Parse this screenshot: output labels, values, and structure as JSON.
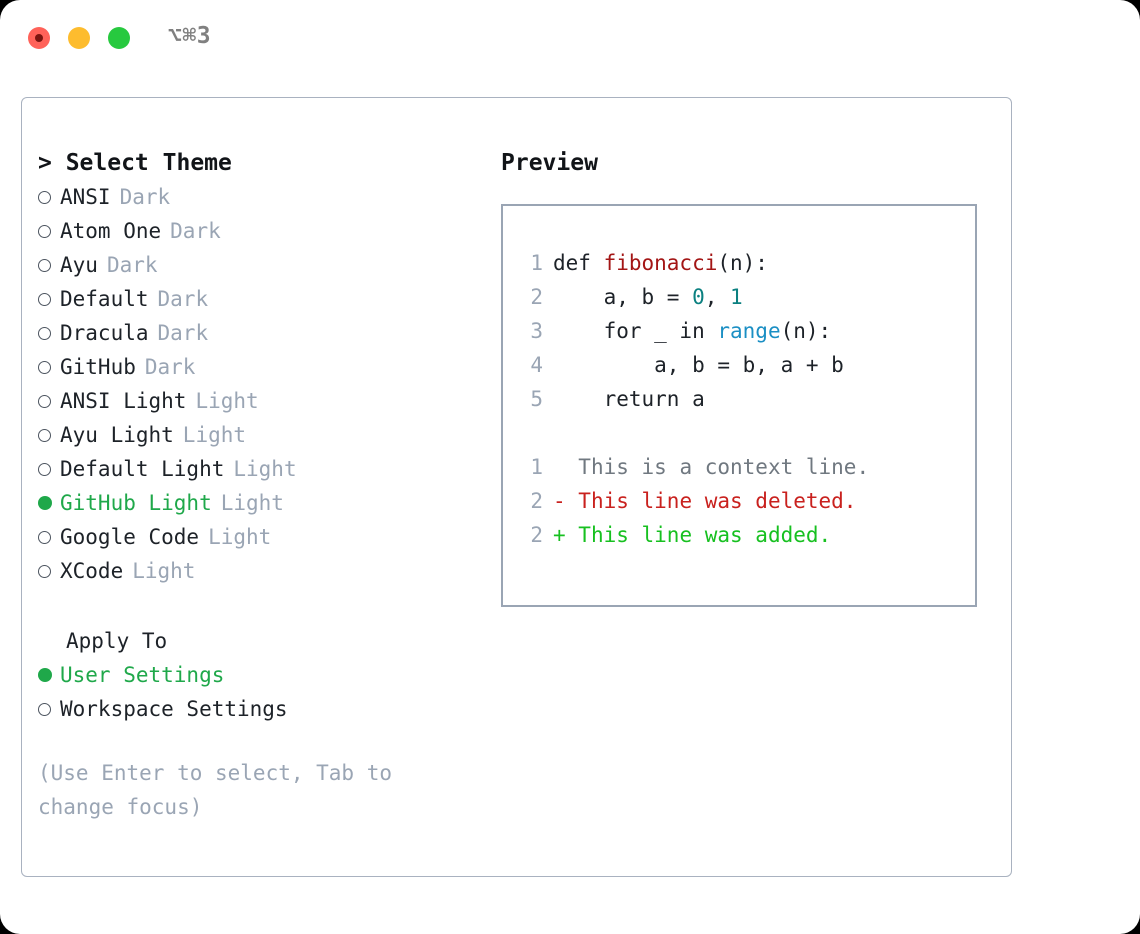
{
  "titlebar": {
    "shortcut": "⌥⌘3",
    "buttons": [
      {
        "name": "close",
        "color": "#ff6259"
      },
      {
        "name": "minimize",
        "color": "#fdbc2e"
      },
      {
        "name": "zoom",
        "color": "#27c93f"
      }
    ]
  },
  "colors": {
    "accent_green": "#1fa84a",
    "muted": "#9aa5b4",
    "text": "#1d2228",
    "border": "#a9b2c0",
    "diff_add": "#17c020",
    "diff_del": "#c9211e",
    "syntax_function": "#a31515",
    "syntax_number": "#0b8080",
    "syntax_builtin": "#1b8fc4"
  },
  "theme_select": {
    "heading": "> Select Theme",
    "items": [
      {
        "marker": "o",
        "label": "ANSI",
        "suffix": "Dark",
        "selected": false
      },
      {
        "marker": "o",
        "label": "Atom One",
        "suffix": "Dark",
        "selected": false
      },
      {
        "marker": "o",
        "label": "Ayu",
        "suffix": "Dark",
        "selected": false
      },
      {
        "marker": "o",
        "label": "Default",
        "suffix": "Dark",
        "selected": false
      },
      {
        "marker": "o",
        "label": "Dracula",
        "suffix": "Dark",
        "selected": false
      },
      {
        "marker": "o",
        "label": "GitHub",
        "suffix": "Dark",
        "selected": false
      },
      {
        "marker": "o",
        "label": "ANSI Light",
        "suffix": "Light",
        "selected": false
      },
      {
        "marker": "o",
        "label": "Ayu Light",
        "suffix": "Light",
        "selected": false
      },
      {
        "marker": "o",
        "label": "Default Light",
        "suffix": "Light",
        "selected": false
      },
      {
        "marker": "●",
        "label": "GitHub Light",
        "suffix": "Light",
        "selected": true
      },
      {
        "marker": "o",
        "label": "Google Code",
        "suffix": "Light",
        "selected": false
      },
      {
        "marker": "o",
        "label": "XCode",
        "suffix": "Light",
        "selected": false
      }
    ]
  },
  "apply_to": {
    "heading": "Apply To",
    "items": [
      {
        "marker": "●",
        "label": "User Settings",
        "selected": true
      },
      {
        "marker": "o",
        "label": "Workspace Settings",
        "selected": false
      }
    ]
  },
  "hint": "(Use Enter to select, Tab to change focus)",
  "preview": {
    "heading": "Preview",
    "code_lines": [
      {
        "num": "1",
        "parts": [
          {
            "t": "def ",
            "c": "plain"
          },
          {
            "t": "fibonacci",
            "c": "func"
          },
          {
            "t": "(n):",
            "c": "plain"
          }
        ]
      },
      {
        "num": "2",
        "parts": [
          {
            "t": "    a, b = ",
            "c": "plain"
          },
          {
            "t": "0",
            "c": "num"
          },
          {
            "t": ", ",
            "c": "plain"
          },
          {
            "t": "1",
            "c": "num"
          }
        ]
      },
      {
        "num": "3",
        "parts": [
          {
            "t": "    for _ in ",
            "c": "plain"
          },
          {
            "t": "range",
            "c": "builtin"
          },
          {
            "t": "(n):",
            "c": "plain"
          }
        ]
      },
      {
        "num": "4",
        "parts": [
          {
            "t": "        a, b = b, a + b",
            "c": "plain"
          }
        ]
      },
      {
        "num": "5",
        "parts": [
          {
            "t": "    return a",
            "c": "plain"
          }
        ]
      }
    ],
    "diff_lines": [
      {
        "num": "1",
        "sign": "  ",
        "text": "This is a context line.",
        "kind": "ctx"
      },
      {
        "num": "2",
        "sign": "- ",
        "text": "This line was deleted.",
        "kind": "del"
      },
      {
        "num": "2",
        "sign": "+ ",
        "text": "This line was added.",
        "kind": "add"
      }
    ]
  }
}
